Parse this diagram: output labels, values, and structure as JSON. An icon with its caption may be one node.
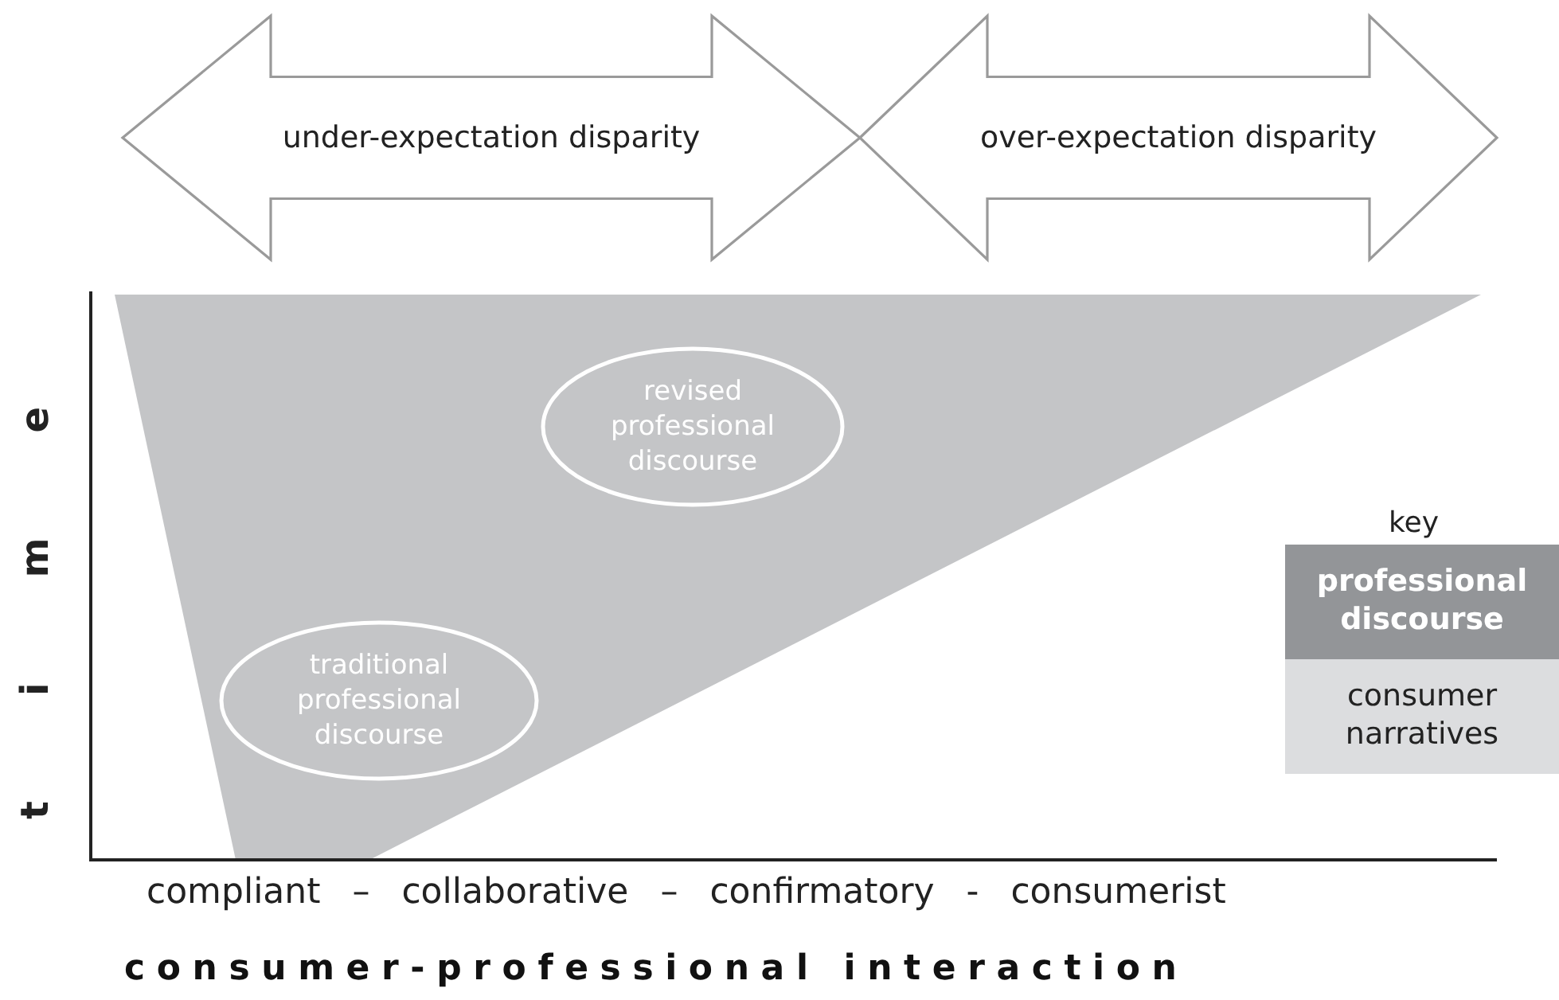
{
  "diagram": {
    "nodes": [
      {
        "text": [
          "under-expectation disparity"
        ]
      },
      {
        "text": [
          "over-expectation disparity"
        ]
      },
      {
        "text": [
          "revised professional discourse"
        ]
      },
      {
        "text": [
          "traditional professional discourse"
        ]
      }
    ],
    "labels": [
      "time",
      "compliant – collaborative – confirmatory - consumerist",
      "consumer-professional interaction",
      "key"
    ],
    "legend": [
      {
        "text": "professional discourse",
        "color": "#939598"
      },
      {
        "text": "consumer narratives",
        "color": "#dcdddf"
      }
    ]
  }
}
